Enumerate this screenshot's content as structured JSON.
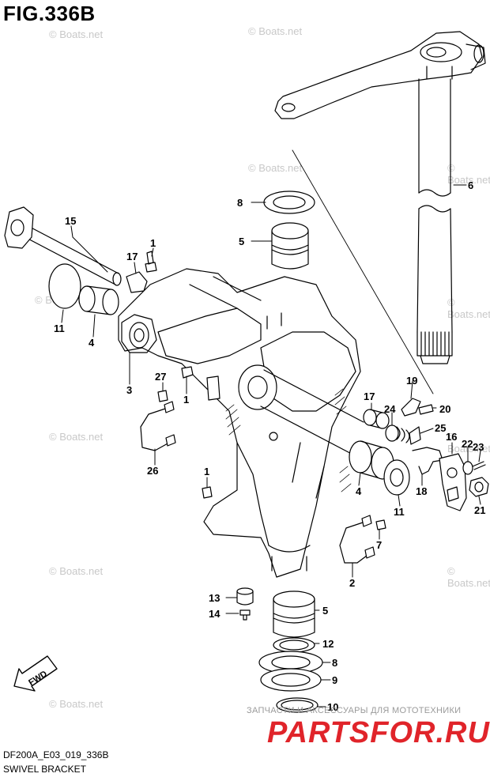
{
  "title": "FIG.336B",
  "watermark": "© Boats.net",
  "diagram_code": "DF200A_E03_019_336B",
  "diagram_name": "SWIVEL BRACKET",
  "fwd_label": "FWD",
  "shop": {
    "slogan": "ЗАПЧАСТИ И АКСЕССУАРЫ ДЛЯ МОТОТЕХНИКИ",
    "logo": "PARTSFOR.RU",
    "brand_color": "#e0242a"
  },
  "callouts": [
    {
      "id": "c8a",
      "label": "8"
    },
    {
      "id": "c5a",
      "label": "5"
    },
    {
      "id": "c6",
      "label": "6"
    },
    {
      "id": "c15",
      "label": "15"
    },
    {
      "id": "c1a",
      "label": "1"
    },
    {
      "id": "c17a",
      "label": "17"
    },
    {
      "id": "c11a",
      "label": "11"
    },
    {
      "id": "c4a",
      "label": "4"
    },
    {
      "id": "c3",
      "label": "3"
    },
    {
      "id": "c27",
      "label": "27"
    },
    {
      "id": "c1b",
      "label": "1"
    },
    {
      "id": "c26",
      "label": "26"
    },
    {
      "id": "c1c",
      "label": "1"
    },
    {
      "id": "c19",
      "label": "19"
    },
    {
      "id": "c20",
      "label": "20"
    },
    {
      "id": "c17b",
      "label": "17"
    },
    {
      "id": "c24",
      "label": "24"
    },
    {
      "id": "c25",
      "label": "25"
    },
    {
      "id": "c16",
      "label": "16"
    },
    {
      "id": "c22",
      "label": "22"
    },
    {
      "id": "c23",
      "label": "23"
    },
    {
      "id": "c18",
      "label": "18"
    },
    {
      "id": "c4b",
      "label": "4"
    },
    {
      "id": "c11b",
      "label": "11"
    },
    {
      "id": "c21",
      "label": "21"
    },
    {
      "id": "c7",
      "label": "7"
    },
    {
      "id": "c2",
      "label": "2"
    },
    {
      "id": "c13",
      "label": "13"
    },
    {
      "id": "c14",
      "label": "14"
    },
    {
      "id": "c5b",
      "label": "5"
    },
    {
      "id": "c12",
      "label": "12"
    },
    {
      "id": "c8b",
      "label": "8"
    },
    {
      "id": "c9",
      "label": "9"
    },
    {
      "id": "c10",
      "label": "10"
    }
  ]
}
